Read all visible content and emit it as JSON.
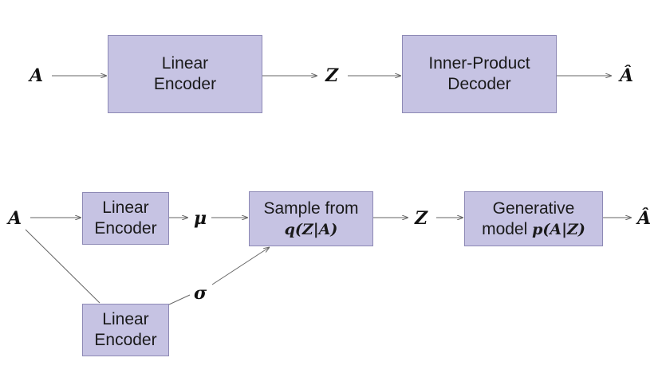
{
  "top_row": {
    "input_symbol": "A",
    "encoder": {
      "line1": "Linear",
      "line2": "Encoder"
    },
    "latent_symbol": "Z",
    "decoder": {
      "line1": "Inner-Product",
      "line2": "Decoder"
    },
    "output_symbol": "Â"
  },
  "bottom_row": {
    "input_symbol": "A",
    "mu_encoder": {
      "line1": "Linear",
      "line2": "Encoder"
    },
    "sigma_encoder": {
      "line1": "Linear",
      "line2": "Encoder"
    },
    "mu_symbol": "μ",
    "sigma_symbol": "σ",
    "sampler": {
      "line1": "Sample from",
      "line2": "q(Z|A)"
    },
    "latent_symbol": "Z",
    "generative": {
      "line1": "Generative",
      "line2_text": "model ",
      "line2_math": "p(A|Z)"
    },
    "output_symbol": "Â"
  },
  "colors": {
    "box_fill": "#c6c3e3",
    "box_border": "#8d89b5",
    "line": "#666666"
  }
}
